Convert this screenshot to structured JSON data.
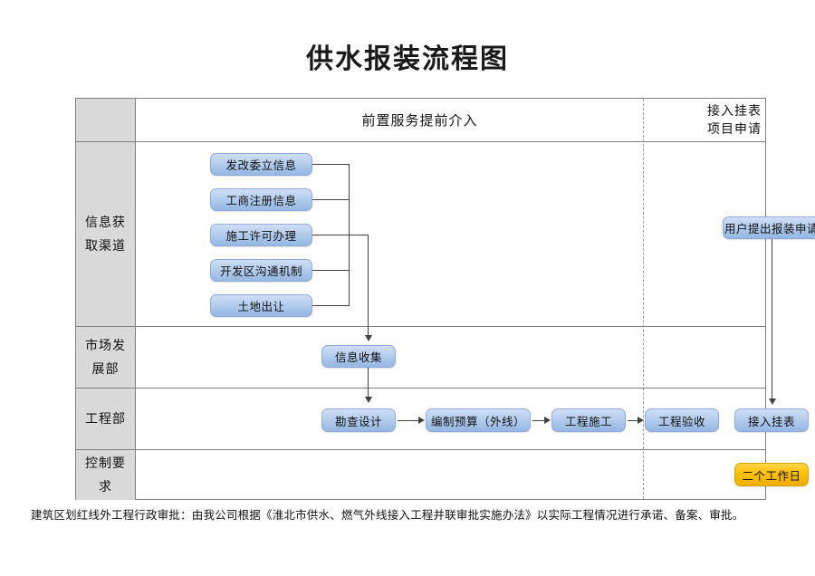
{
  "document": {
    "title": "供水报装流程图"
  },
  "table": {
    "header": {
      "left_label": "",
      "main_label": "前置服务提前介入",
      "right_label_line1": "接入挂表",
      "right_label_line2": "项目申请"
    },
    "rows": [
      {
        "id": "info-channel",
        "label_line1": "信息获",
        "label_line2": "取渠道",
        "main_boxes": [
          "发改委立信息",
          "工商注册信息",
          "施工许可办理",
          "开发区沟通机制",
          "土地出让"
        ],
        "right_boxes": [
          "用户提出报装申请"
        ]
      },
      {
        "id": "market-dev",
        "label_line1": "市场发",
        "label_line2": "展部",
        "main_boxes": [
          "信息收集"
        ],
        "right_boxes": []
      },
      {
        "id": "engineering",
        "label_line1": "工程部",
        "label_line2": "",
        "main_boxes": [
          "勘查设计",
          "编制预算（外线）",
          "工程施工",
          "工程验收"
        ],
        "right_boxes": [
          "接入挂表"
        ]
      },
      {
        "id": "control",
        "label_line1": "控制要",
        "label_line2": "求",
        "main_boxes": [],
        "right_boxes": [
          "二个工作日"
        ]
      }
    ]
  },
  "footnote": {
    "text": "建筑区划红线外工程行政审批：由我公司根据《淮北市供水、燃气外线接入工程并联审批实施办法》以实际工程情况进行承诺、备案、审批。"
  },
  "colors": {
    "box_fill_light": "#cfdff5",
    "box_fill_dark": "#95b7e2",
    "box_border": "#8eaadb",
    "highlight_fill": "#ffc000",
    "highlight_border": "#d9a300",
    "row_label_bg": "#d9d9d9",
    "table_border": "#7f7f7f",
    "connector": "#404040"
  }
}
